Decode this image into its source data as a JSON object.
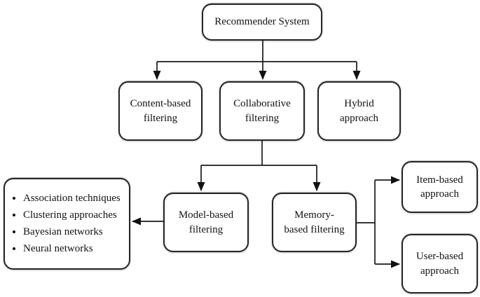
{
  "diagram": {
    "type": "flowchart",
    "title": "Recommender System",
    "nodes": {
      "recommender_system": {
        "label": "Recommender System"
      },
      "content_based": {
        "label": "Content-based\nfiltering"
      },
      "collaborative": {
        "label": "Collaborative\nfiltering"
      },
      "hybrid": {
        "label": "Hybrid\napproach"
      },
      "model_based": {
        "label": "Model-based\nfiltering"
      },
      "memory_based": {
        "label": "Memory-\nbased filtering"
      },
      "item_based": {
        "label": "Item-based\napproach"
      },
      "user_based": {
        "label": "User-based\napproach"
      },
      "model_techniques": {
        "items": [
          "Association techniques",
          "Clustering approaches",
          "Bayesian networks",
          "Neural networks"
        ]
      }
    },
    "edges": [
      {
        "from": "Recommender System",
        "to": "Content-based filtering"
      },
      {
        "from": "Recommender System",
        "to": "Collaborative filtering"
      },
      {
        "from": "Recommender System",
        "to": "Hybrid approach"
      },
      {
        "from": "Collaborative filtering",
        "to": "Model-based filtering"
      },
      {
        "from": "Collaborative filtering",
        "to": "Memory-based filtering"
      },
      {
        "from": "Model-based filtering",
        "to": "Model techniques list"
      },
      {
        "from": "Memory-based filtering",
        "to": "Item-based approach"
      },
      {
        "from": "Memory-based filtering",
        "to": "User-based approach"
      }
    ],
    "colors": {
      "line": "#1a1a1a",
      "border": "#262626",
      "text": "#121212",
      "background": "#ffffff"
    }
  }
}
